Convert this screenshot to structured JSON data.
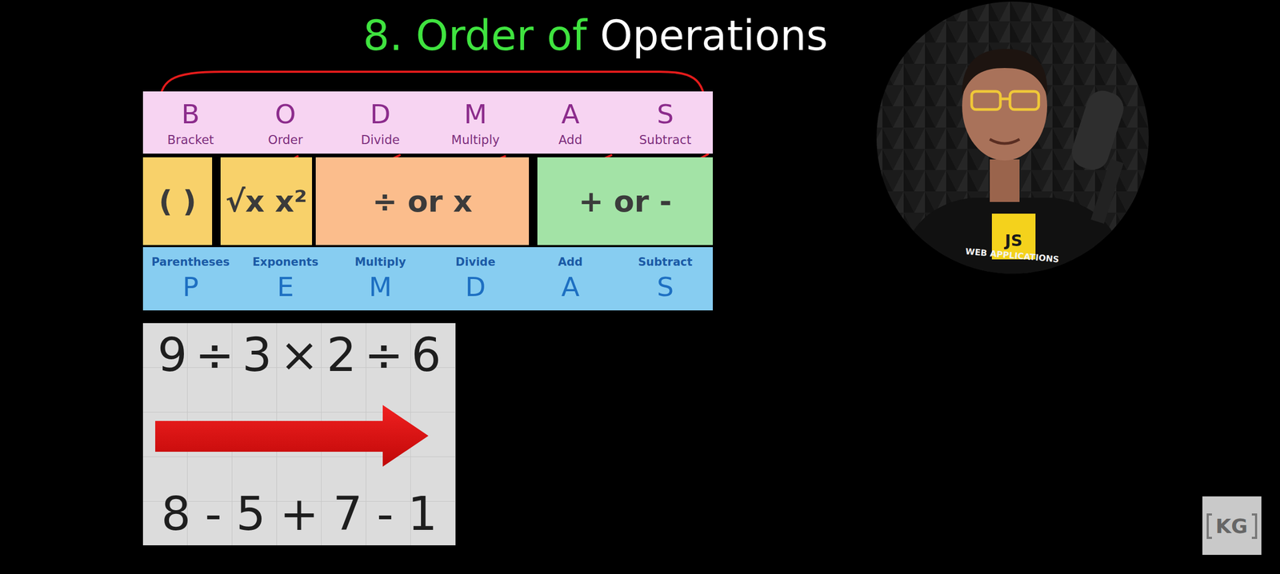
{
  "diagram": {
    "title": "8. Order of Operations",
    "nodes": [
      {
        "text": [
          "B",
          "Bracket"
        ]
      },
      {
        "text": [
          "O",
          "Order"
        ]
      },
      {
        "text": [
          "D",
          "Divide"
        ]
      },
      {
        "text": [
          "M",
          "Multiply"
        ]
      },
      {
        "text": [
          "A",
          "Add"
        ]
      },
      {
        "text": [
          "S",
          "Subtract"
        ]
      },
      {
        "text": [
          "( )"
        ]
      },
      {
        "text": [
          "√x x²"
        ]
      },
      {
        "text": [
          "÷ or x"
        ]
      },
      {
        "text": [
          "+ or -"
        ]
      },
      {
        "text": [
          "Parentheses",
          "P"
        ]
      },
      {
        "text": [
          "Exponents",
          "E"
        ]
      },
      {
        "text": [
          "Multiply",
          "M"
        ]
      },
      {
        "text": [
          "Divide",
          "D"
        ]
      },
      {
        "text": [
          "Add",
          "A"
        ]
      },
      {
        "text": [
          "Subtract",
          "S"
        ]
      },
      {
        "text": [
          "9÷3×2÷6",
          "8-5+7-1"
        ]
      }
    ],
    "labels": [
      "JS",
      "WEB APPLICATIONS",
      "KG"
    ]
  }
}
